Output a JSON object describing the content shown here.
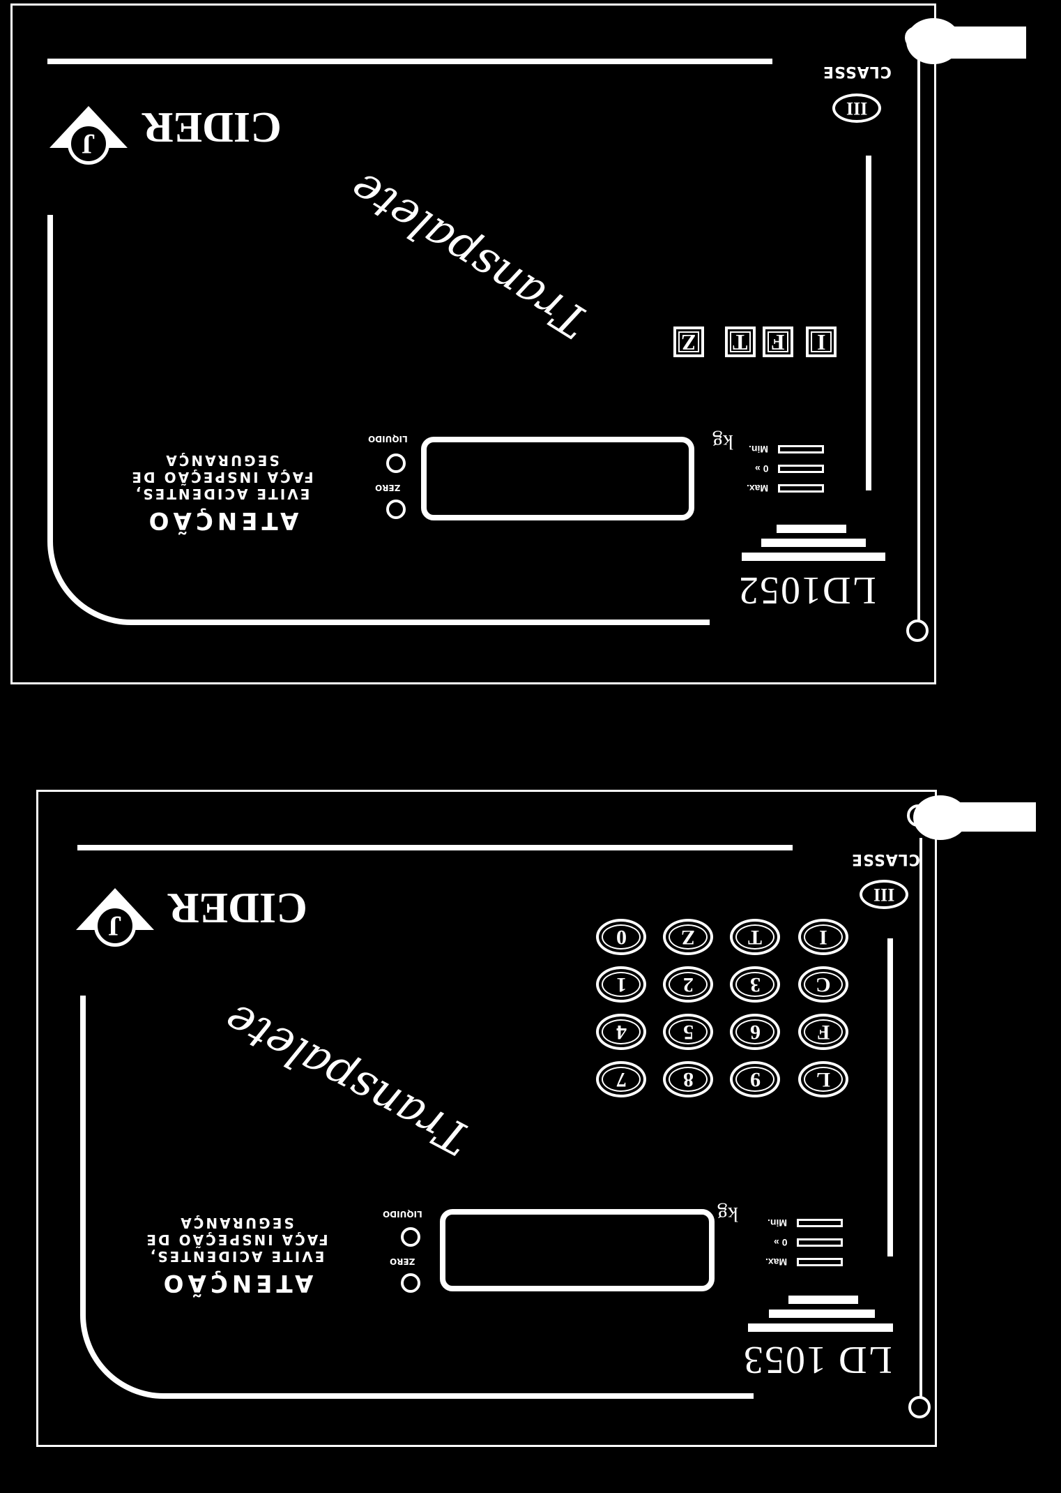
{
  "top": {
    "brand": "CIDER",
    "logo_letter": "J",
    "script": "Transpalete",
    "classe_label": "CLASSE",
    "classe_value": "III",
    "warning": {
      "title": "ATENÇÃO",
      "line1": "EVITE ACIDENTES,",
      "line2": "FAÇA INSPEÇÃO DE",
      "line3": "SEGURANÇA"
    },
    "button_labels": {
      "liquid": "LIQUIDO",
      "zero": "ZERO"
    },
    "unit": "kg",
    "indicators": [
      "Min.",
      "0 »",
      "Max."
    ],
    "keys": [
      "Z",
      "T",
      "F",
      "I"
    ],
    "model": "LD1052"
  },
  "bottom": {
    "brand": "CIDER",
    "logo_letter": "J",
    "script": "Transpalete",
    "classe_label": "CLASSE",
    "classe_value": "III",
    "warning": {
      "title": "ATENÇÃO",
      "line1": "EVITE ACIDENTES,",
      "line2": "FAÇA INSPEÇÃO DE",
      "line3": "SEGURANÇA"
    },
    "button_labels": {
      "liquid": "LIQUIDO",
      "zero": "ZERO"
    },
    "unit": "kg",
    "indicators": [
      "Min.",
      "0 »",
      "Max."
    ],
    "keypad": [
      [
        "0",
        "Z",
        "T",
        "I"
      ],
      [
        "1",
        "2",
        "3",
        "C"
      ],
      [
        "4",
        "5",
        "6",
        "F"
      ],
      [
        "7",
        "8",
        "9",
        "L"
      ]
    ],
    "model": "LD 1053"
  }
}
